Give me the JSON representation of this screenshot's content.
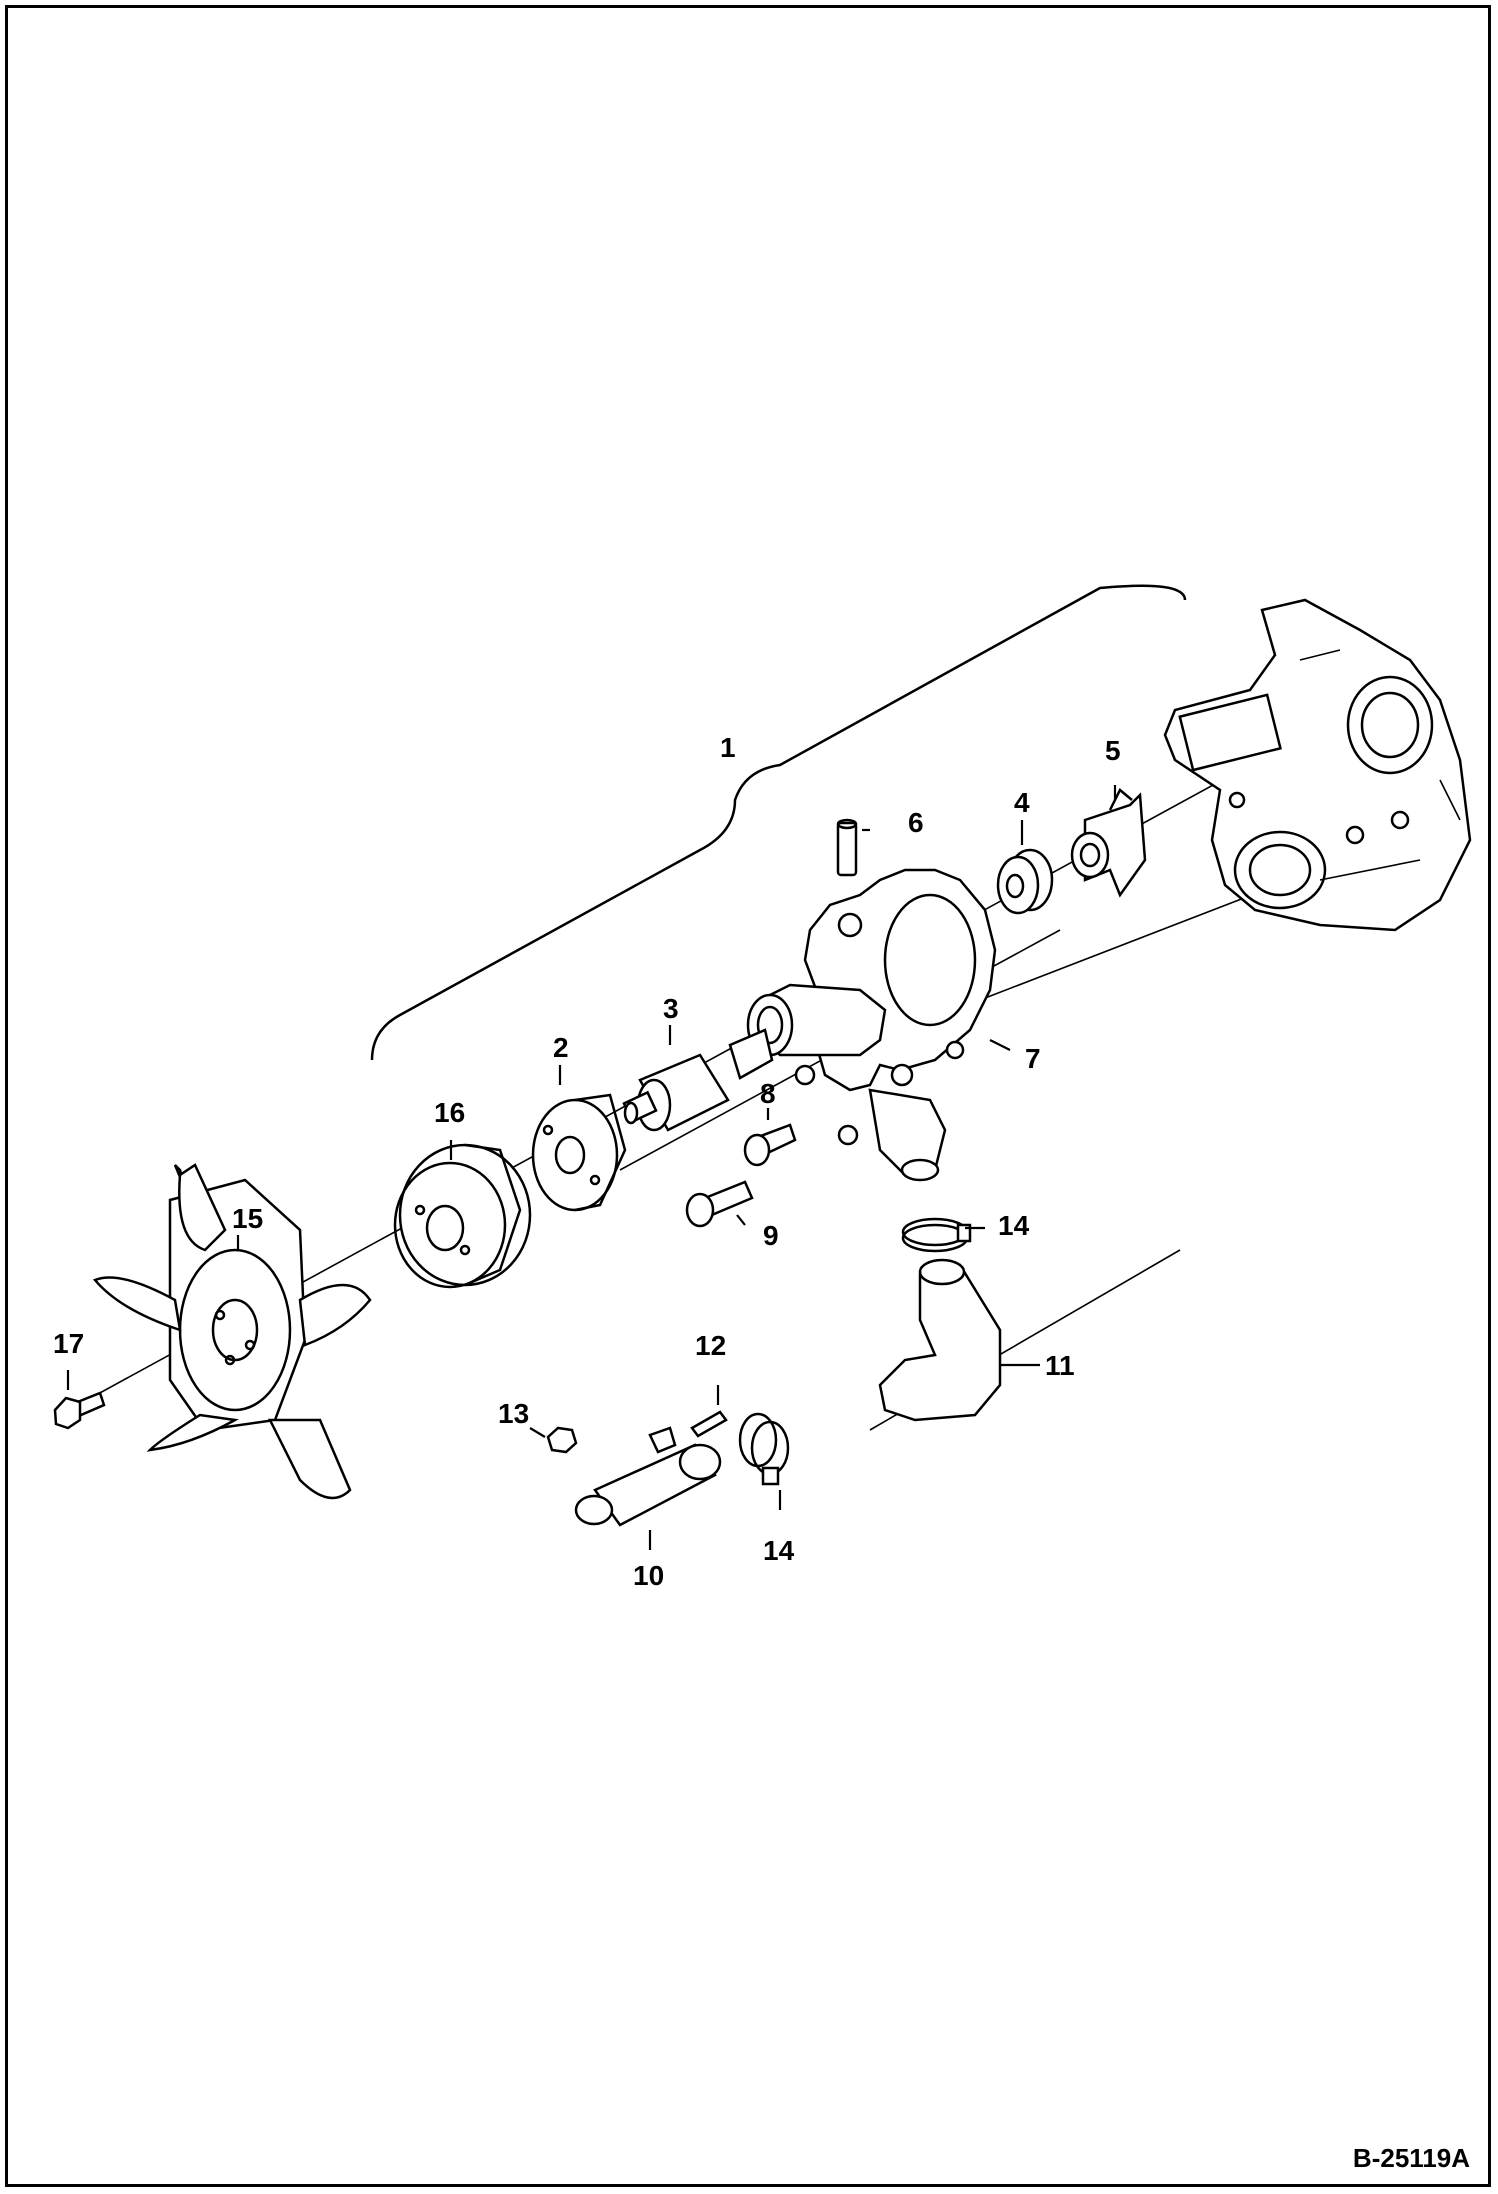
{
  "figure": {
    "id": "B-25119A"
  },
  "callouts": [
    {
      "label": "1"
    },
    {
      "label": "2"
    },
    {
      "label": "3"
    },
    {
      "label": "4"
    },
    {
      "label": "5"
    },
    {
      "label": "6"
    },
    {
      "label": "7"
    },
    {
      "label": "8"
    },
    {
      "label": "9"
    },
    {
      "label": "10"
    },
    {
      "label": "11"
    },
    {
      "label": "12"
    },
    {
      "label": "13"
    },
    {
      "label": "14"
    },
    {
      "label": "14"
    },
    {
      "label": "15"
    },
    {
      "label": "16"
    },
    {
      "label": "17"
    }
  ]
}
